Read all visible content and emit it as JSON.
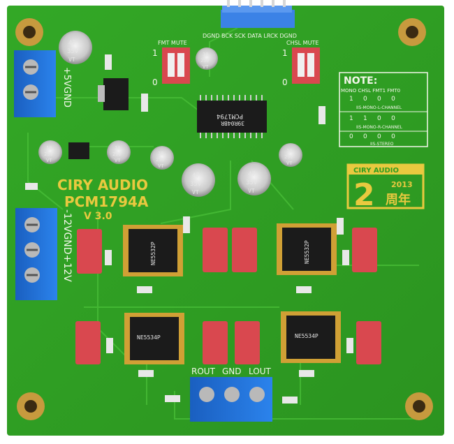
{
  "board": {
    "brand_main": "CIRY AUDIO",
    "model": "PCM1794A",
    "version": "V 3.0",
    "header_pins": "DGND  BCK  SCK  DATA  LRCK  DGND",
    "power_top_label": "+5VGND",
    "power_side_label": "-12VGND+12V",
    "output_labels": [
      "ROUT",
      "GND",
      "LOUT"
    ],
    "jumper_left_label": "FMT  MUTE",
    "jumper_right_label": "CHSL  MUTE",
    "jumper_one": "1",
    "jumper_zero": "0",
    "dac_chip": "PCM1794",
    "dac_chip_code": "39R04BR",
    "opamp_code": "NE5532P",
    "opamp_code_alt": "NE5534P",
    "cap_large": [
      "47",
      "35V",
      "VT"
    ],
    "cap_small": [
      "10",
      "25V",
      "VT"
    ]
  },
  "note": {
    "title": "NOTE:",
    "header": "MONO  CHSL  FMT1  FMT0",
    "row1": "1     0     0     0",
    "row1_label": "IIS-MONO-L-CHANNEL",
    "row2": "1     1     0     0",
    "row2_label": "IIS-MONO-R-CHANNEL",
    "row3": "0     0     0     0",
    "row3_label": "IIS-STEREO"
  },
  "badge": {
    "brand": "CIRY AUDIO",
    "digit": "2",
    "year": "2013",
    "char": "周年"
  },
  "colors": {
    "pcb": "#2f9e22",
    "silk": "#f3f6ea",
    "gold": "#e9c93f",
    "terminal": "#1f6fd6",
    "cap_red": "#d9484f",
    "header": "#3b82e6"
  }
}
